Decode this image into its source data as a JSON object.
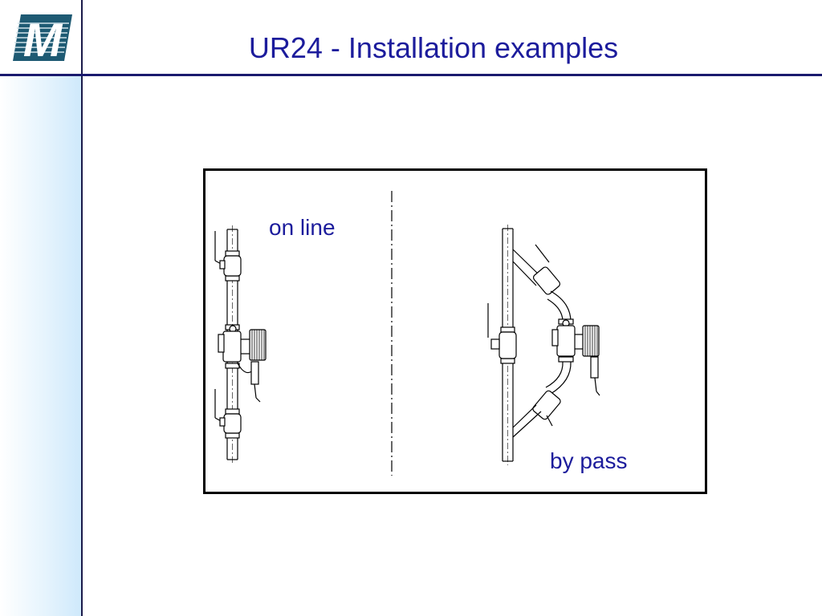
{
  "slide": {
    "title": "UR24 - Installation examples",
    "logo_letter": "M"
  },
  "diagram": {
    "labels": {
      "on_line": "on line",
      "by_pass": "by pass"
    }
  },
  "colors": {
    "title": "#1c1c9c",
    "logo": "#1e5a73",
    "rule": "#1a1a6e",
    "sidebar": "#cfe9fb"
  }
}
